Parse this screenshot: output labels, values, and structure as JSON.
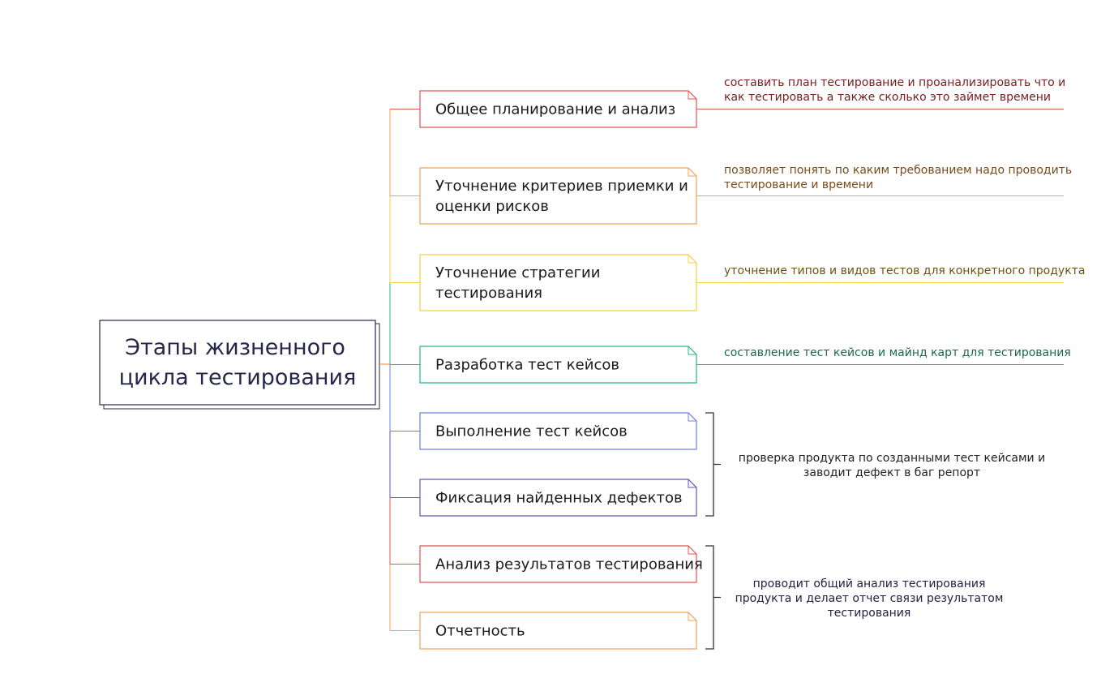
{
  "root": {
    "line1": "Этапы жизненного",
    "line2": "цикла тестирования",
    "color": "#26264a"
  },
  "stages": [
    {
      "lines": [
        "Общее планирование и анализ"
      ],
      "color": "#e05454"
    },
    {
      "lines": [
        "Уточнение критериев приемки и",
        "оценки рисков"
      ],
      "color": "#f2a35a"
    },
    {
      "lines": [
        "Уточнение стратегии",
        "тестирования"
      ],
      "color": "#f0d040"
    },
    {
      "lines": [
        "Разработка тест кейсов"
      ],
      "color": "#2db089"
    },
    {
      "lines": [
        "Выполнение тест кейсов"
      ],
      "color": "#6b7fe0"
    },
    {
      "lines": [
        "Фиксация найденных дефектов"
      ],
      "color": "#5a5ab8"
    },
    {
      "lines": [
        "Анализ результатов тестирования"
      ],
      "color": "#e05454"
    },
    {
      "lines": [
        "Отчетность"
      ],
      "color": "#f2a35a"
    }
  ],
  "notes": [
    {
      "lines": [
        "составить план тестирование и проанализировать что и",
        "как тестировать а также сколько это займет времени"
      ],
      "color": "#7a2020"
    },
    {
      "lines": [
        "позволяет понять по каким требованием надо проводить",
        "тестирование и времени"
      ],
      "color": "#7a4a1a"
    },
    {
      "lines": [
        "уточнение типов и видов тестов для конкретного продукта"
      ],
      "color": "#6a5510"
    },
    {
      "lines": [
        "составление тест кейсов и майнд карт для тестирования"
      ],
      "color": "#1a6a4a"
    }
  ],
  "group_notes": [
    {
      "lines": [
        "проверка продукта по созданными тест кейсами и",
        "заводит дефект в баг репорт"
      ],
      "color": "#222222"
    },
    {
      "lines": [
        "проводит общий анализ тестирования",
        "продукта и делает отчет связи результатом",
        "тестирования"
      ],
      "color": "#222244"
    }
  ],
  "trunk_color": "#e8823a",
  "bracket_color": "#333333"
}
